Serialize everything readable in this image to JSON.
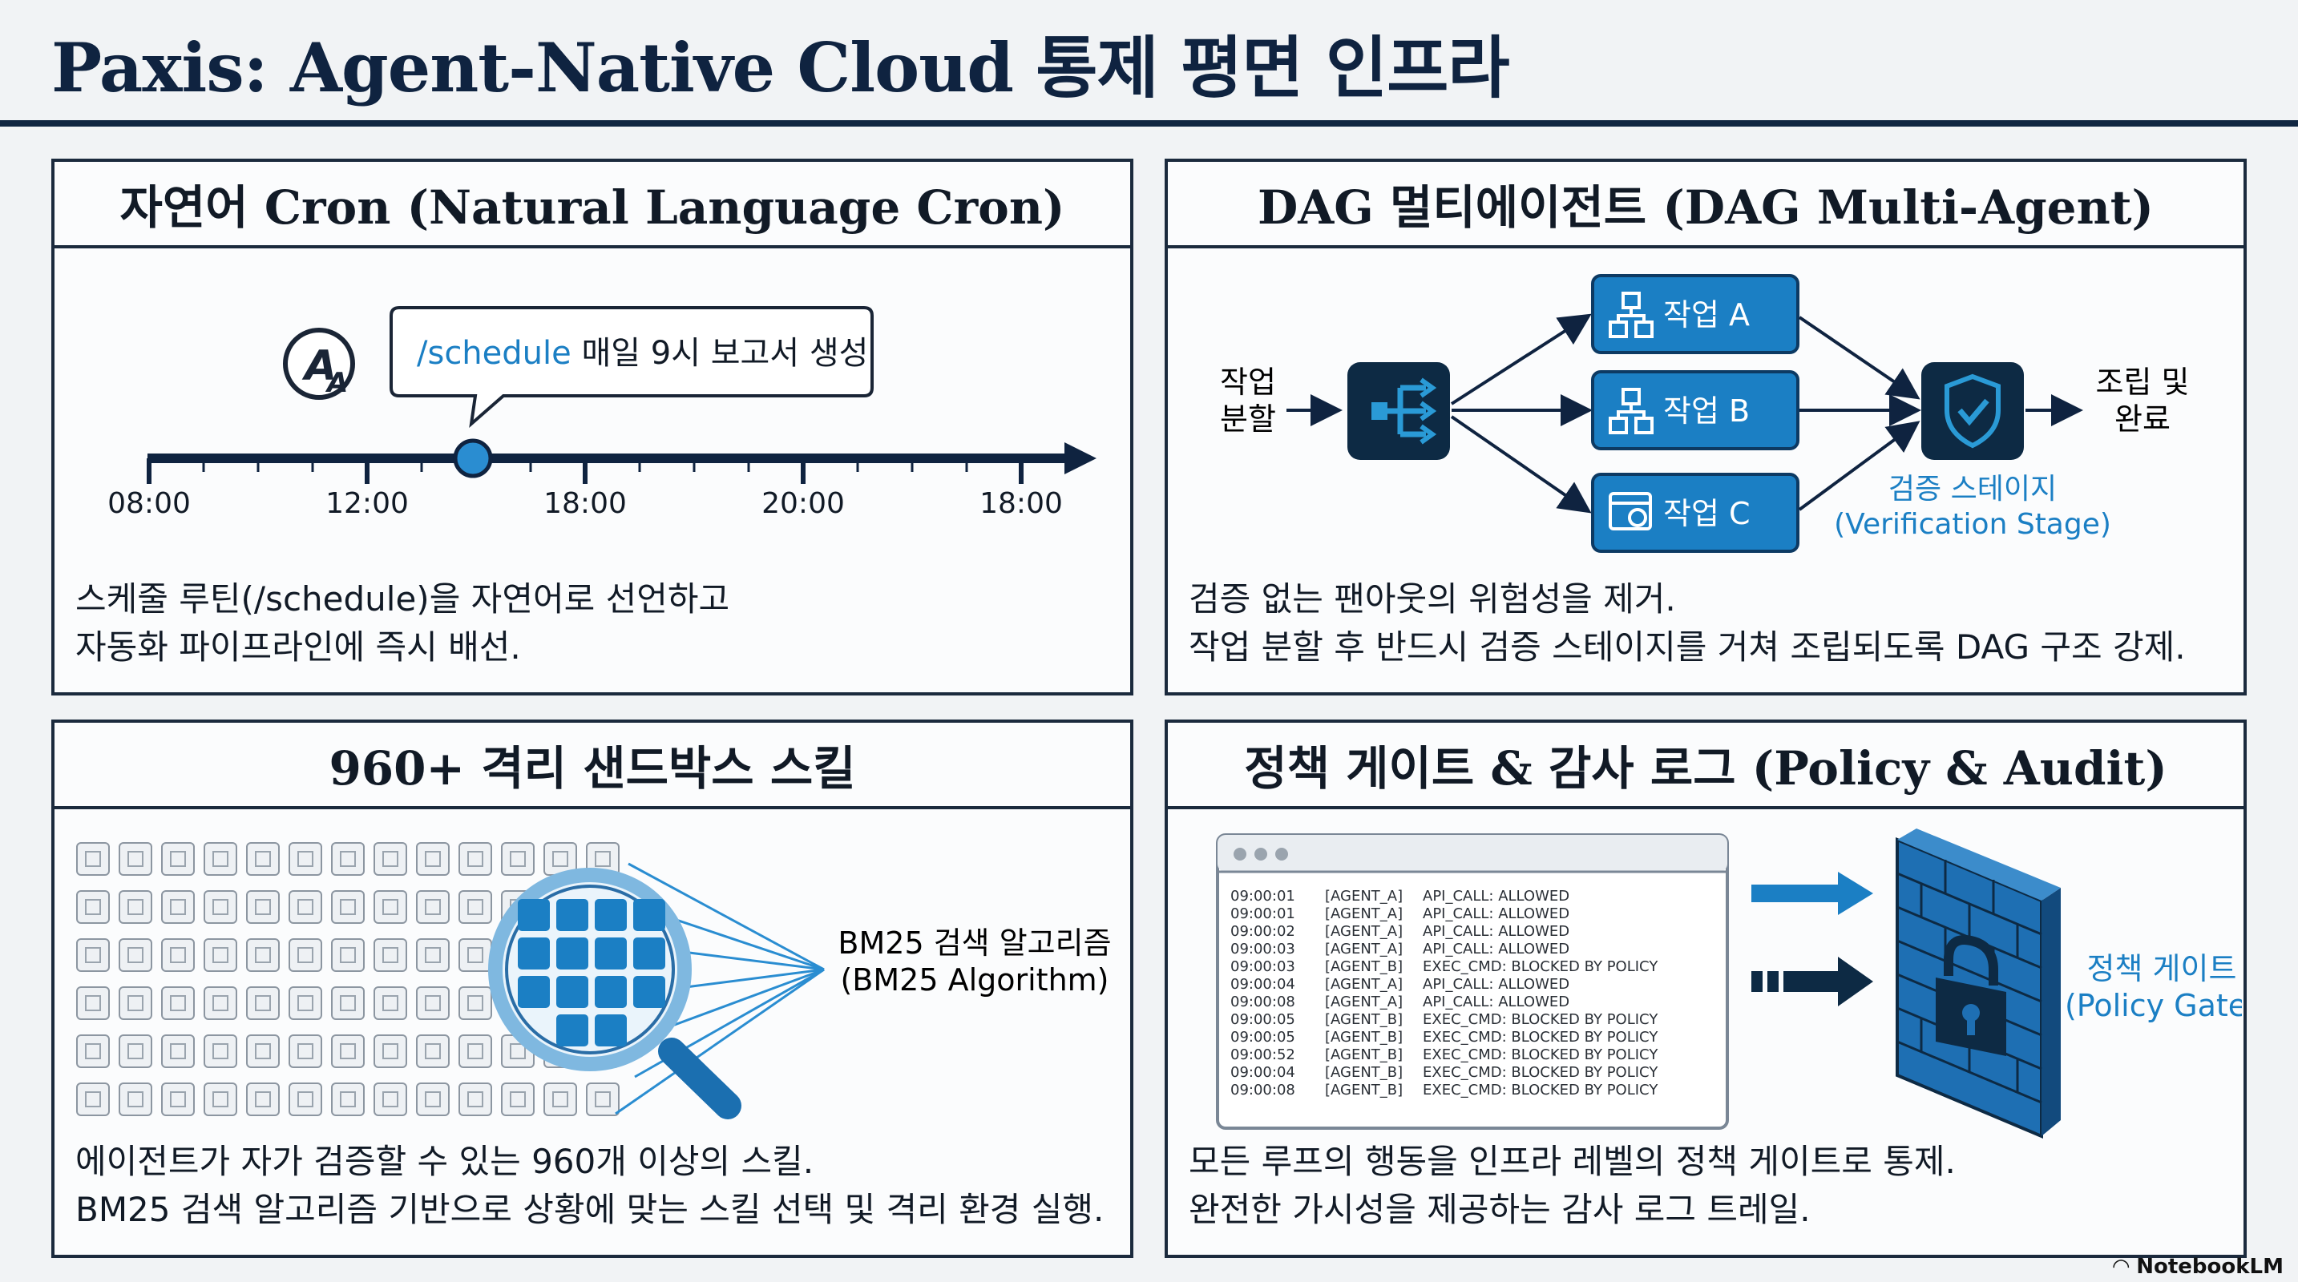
{
  "title": "Paxis: Agent-Native Cloud 통제 평면 인프라",
  "panels": {
    "cron": {
      "heading": "자연어 Cron (Natural Language Cron)",
      "command": "/schedule",
      "command_rest": " 매일 9시 보고서 생성",
      "ticks": [
        "08:00",
        "12:00",
        "18:00",
        "20:00",
        "18:00"
      ],
      "desc": [
        "스케줄 루틴(/schedule)을 자연어로 선언하고",
        "자동화 파이프라인에 즉시 배선."
      ]
    },
    "dag": {
      "heading": "DAG 멀티에이전트 (DAG Multi-Agent)",
      "split": [
        "작업",
        "분할"
      ],
      "tasks": [
        "작업 A",
        "작업 B",
        "작업 C"
      ],
      "verify": [
        "검증 스테이지",
        "(Verification Stage)"
      ],
      "done": [
        "조립 및",
        "완료"
      ],
      "desc": [
        "검증 없는 팬아웃의 위험성을 제거.",
        "작업 분할 후 반드시 검증 스테이지를 거쳐 조립되도록 DAG 구조 강제."
      ]
    },
    "skills": {
      "heading": "960+ 격리 샌드박스 스킬",
      "algo": [
        "BM25 검색 알고리즘",
        "(BM25 Algorithm)"
      ],
      "desc": [
        "에이전트가 자가 검증할 수 있는 960개 이상의 스킬.",
        "BM25 검색 알고리즘 기반으로 상황에 맞는 스킬 선택 및 격리 환경 실행."
      ]
    },
    "policy": {
      "heading": "정책 게이트 & 감사 로그 (Policy & Audit)",
      "log": [
        [
          "09:00:01",
          "[AGENT_A]",
          "API_CALL: ALLOWED"
        ],
        [
          "09:00:01",
          "[AGENT_A]",
          "API_CALL: ALLOWED"
        ],
        [
          "09:00:02",
          "[AGENT_A]",
          "API_CALL: ALLOWED"
        ],
        [
          "09:00:03",
          "[AGENT_A]",
          "API_CALL: ALLOWED"
        ],
        [
          "09:00:03",
          "[AGENT_B]",
          "EXEC_CMD: BLOCKED BY POLICY"
        ],
        [
          "09:00:04",
          "[AGENT_A]",
          "API_CALL: ALLOWED"
        ],
        [
          "09:00:08",
          "[AGENT_A]",
          "API_CALL: ALLOWED"
        ],
        [
          "09:00:05",
          "[AGENT_B]",
          "EXEC_CMD: BLOCKED BY POLICY"
        ],
        [
          "09:00:05",
          "[AGENT_B]",
          "EXEC_CMD: BLOCKED BY POLICY"
        ],
        [
          "09:00:52",
          "[AGENT_B]",
          "EXEC_CMD: BLOCKED BY POLICY"
        ],
        [
          "09:00:04",
          "[AGENT_B]",
          "EXEC_CMD: BLOCKED BY POLICY"
        ],
        [
          "09:00:08",
          "[AGENT_B]",
          "EXEC_CMD: BLOCKED BY POLICY"
        ]
      ],
      "gate": [
        "정책 게이트",
        "(Policy Gate)"
      ],
      "desc": [
        "모든 루프의 행동을 인프라 레벨의 정책 게이트로 통제.",
        "완전한 가시성을 제공하는 감사 로그 트레일."
      ]
    }
  },
  "brand": "NotebookLM",
  "colors": {
    "navy": "#0f2340",
    "blue": "#1b7fc4",
    "accent": "#2a8dd1",
    "teal": "#2a9ad6",
    "dark_node": "#0d2a44"
  }
}
